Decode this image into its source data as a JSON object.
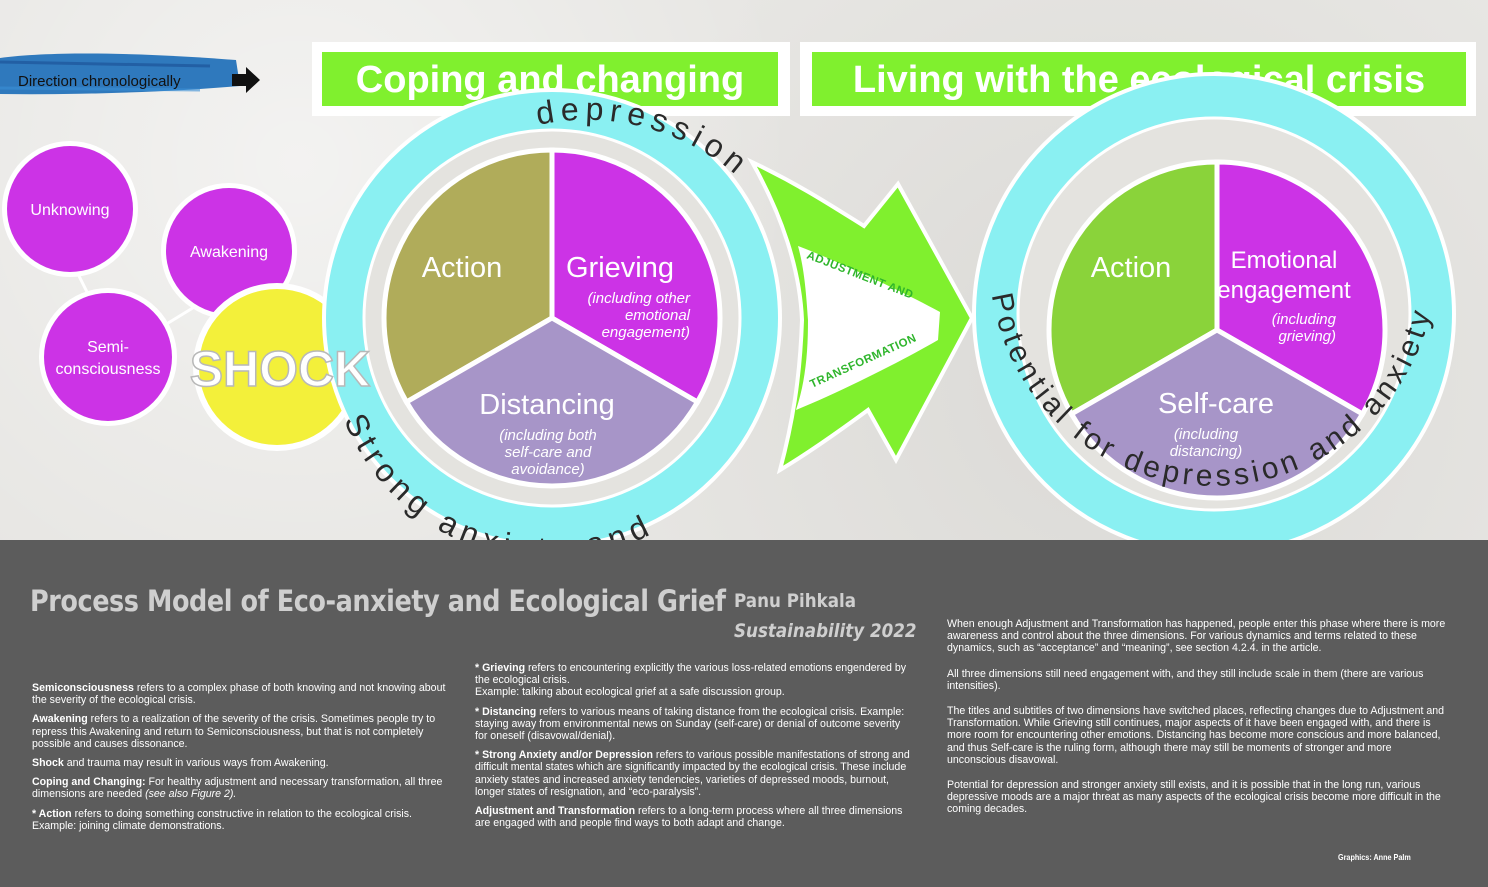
{
  "direction_label": "Direction chronologically",
  "phase_titles": {
    "coping": "Coping and changing",
    "living": "Living with the ecological crisis"
  },
  "early_stages": {
    "unknowing": "Unknowing",
    "awakening": "Awakening",
    "semi_line1": "Semi-",
    "semi_line2": "consciousness",
    "shock": "SHOCK"
  },
  "left_cycle": {
    "ring_top": "depression",
    "ring_bottom": "Strong anxiety and ",
    "action": "Action",
    "grieving": "Grieving",
    "grieving_sub": [
      "(including other",
      "emotional",
      "engagement)"
    ],
    "distancing": "Distancing",
    "distancing_sub": [
      "(including both",
      "self-care and",
      "avoidance)"
    ]
  },
  "transition": {
    "line1": "ADJUSTMENT AND",
    "line2": "TRANSFORMATION"
  },
  "right_cycle": {
    "ring_text": "Potential for depression and anxiety",
    "action": "Action",
    "emotional_l1": "Emotional",
    "emotional_l2": "engagement",
    "emotional_sub": [
      "(including",
      "grieving)"
    ],
    "selfcare": "Self-care",
    "selfcare_sub": [
      "(including",
      "distancing)"
    ]
  },
  "footer": {
    "title": "Process Model of Eco-anxiety and Ecological Grief",
    "author": "Panu Pihkala",
    "journal": "Sustainability 2022",
    "credit": "Graphics: Anne Palm",
    "col1": [
      {
        "term": "Semiconsciousness",
        "text": " refers to a complex phase of both knowing and not knowing about the severity of the ecological crisis."
      },
      {
        "term": "Awakening",
        "text": " refers to a realization of the severity of the crisis. Sometimes people try to repress this Awakening and return to Semiconsciousness, but that is not completely possible and causes dissonance."
      },
      {
        "term": "Shock",
        "text": " and trauma may result in various ways from Awakening."
      },
      {
        "term": "Coping and Changing:",
        "text": " For healthy adjustment and necessary transformation, all three dimensions are needed ",
        "note": "(see also Figure 2)."
      },
      {
        "term": "* Action",
        "text": " refers to doing something constructive in relation to the ecological crisis. Example: joining climate demonstrations."
      }
    ],
    "col2": [
      {
        "term": "* Grieving",
        "text": " refers to encountering explicitly the various loss-related emotions engendered by the ecological crisis.",
        "example": "Example: talking about ecological grief at a safe discussion group."
      },
      {
        "term": "* Distancing",
        "text": " refers to various means of taking distance from the ecological crisis. Example: staying away from environmental news on Sunday (self-care) or denial of outcome severity for oneself (disavowal/denial)."
      },
      {
        "term": "* Strong Anxiety and/or Depression",
        "text": " refers to various possible manifestations of strong and difficult mental states which are significantly impacted by the ecological crisis. These include anxiety states and increased anxiety tendencies, varieties of depressed moods, burnout, longer states of resignation, and “eco-paralysis”."
      },
      {
        "term": "Adjustment and Transformation",
        "text": " refers to a long-term process where all three dimensions are engaged with and people find ways to both adapt and change."
      }
    ],
    "col3": [
      "When enough Adjustment and Transformation has happened, people enter this phase where there is more awareness and control about the three dimensions. For various dynamics and terms related to these dynamics, such as “acceptance” and “meaning”, see section 4.2.4. in the article.",
      "All three dimensions still need engagement with, and they still include scale in them (there are various intensities).",
      "The titles and subtitles of two dimensions have switched places, reflecting changes due to Adjustment and Transformation. While Grieving still continues, major aspects of it have been engaged with, and there is more room for encountering other emotions. Distancing has become more conscious and more balanced, and thus Self-care is the ruling form, although there may still be moments of stronger and more unconscious disavowal.",
      "Potential for depression and stronger anxiety still exists, and it is possible that in the long run, various depressive moods are a major threat as many aspects of the ecological crisis become more difficult in the coming decades."
    ]
  },
  "colors": {
    "magenta": "#cc33e6",
    "yellow": "#f3f03a",
    "green": "#80f02e",
    "olive": "#b0ac5a",
    "lavender": "#a795c8",
    "cyan": "#8af0f2",
    "footer_bg": "#5c5c5c"
  }
}
